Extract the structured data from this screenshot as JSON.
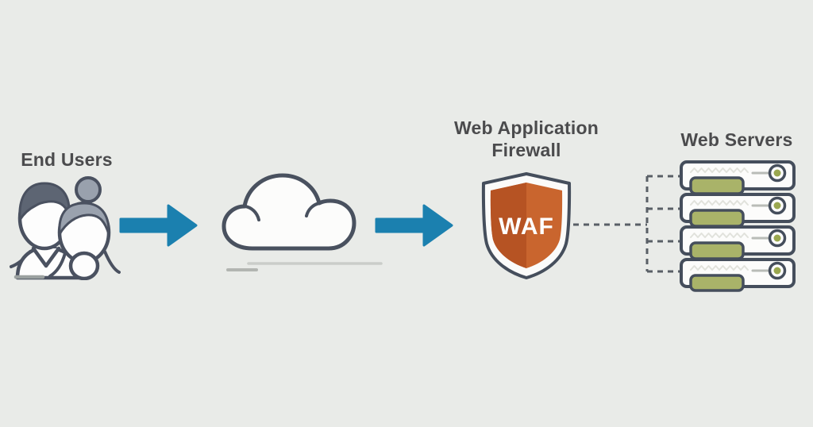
{
  "diagram": {
    "type": "architecture-flow",
    "background": "#e9ebe8",
    "nodes": {
      "end_users": {
        "label": "End Users",
        "icon": "users-icon"
      },
      "internet": {
        "icon": "cloud-icon"
      },
      "waf": {
        "label_lines": [
          "Web Application",
          "Firewall"
        ],
        "badge": "WAF",
        "icon": "shield-icon"
      },
      "web_servers": {
        "label": "Web Servers",
        "icon": "server-stack-icon",
        "server_count": 4
      }
    },
    "flow": [
      {
        "from": "end_users",
        "to": "internet",
        "style": "solid-arrow"
      },
      {
        "from": "internet",
        "to": "waf",
        "style": "solid-arrow"
      },
      {
        "from": "waf",
        "to": "web_servers",
        "style": "dashed-branching-line"
      }
    ],
    "colors": {
      "arrow_blue": "#1b80af",
      "outline_slate": "#454e5c",
      "shield_orange_dark": "#b65323",
      "shield_orange_light": "#c9652e",
      "server_green": "#a9b369",
      "led_olive": "#9aa74f",
      "hair_dark": "#5d6573",
      "hair_gray": "#9aa2ae",
      "dashed_line": "#595f66",
      "label_text": "#4b4b4d",
      "ground_line_light": "#cacdc9",
      "ground_line_dark": "#b2b5b1"
    }
  }
}
